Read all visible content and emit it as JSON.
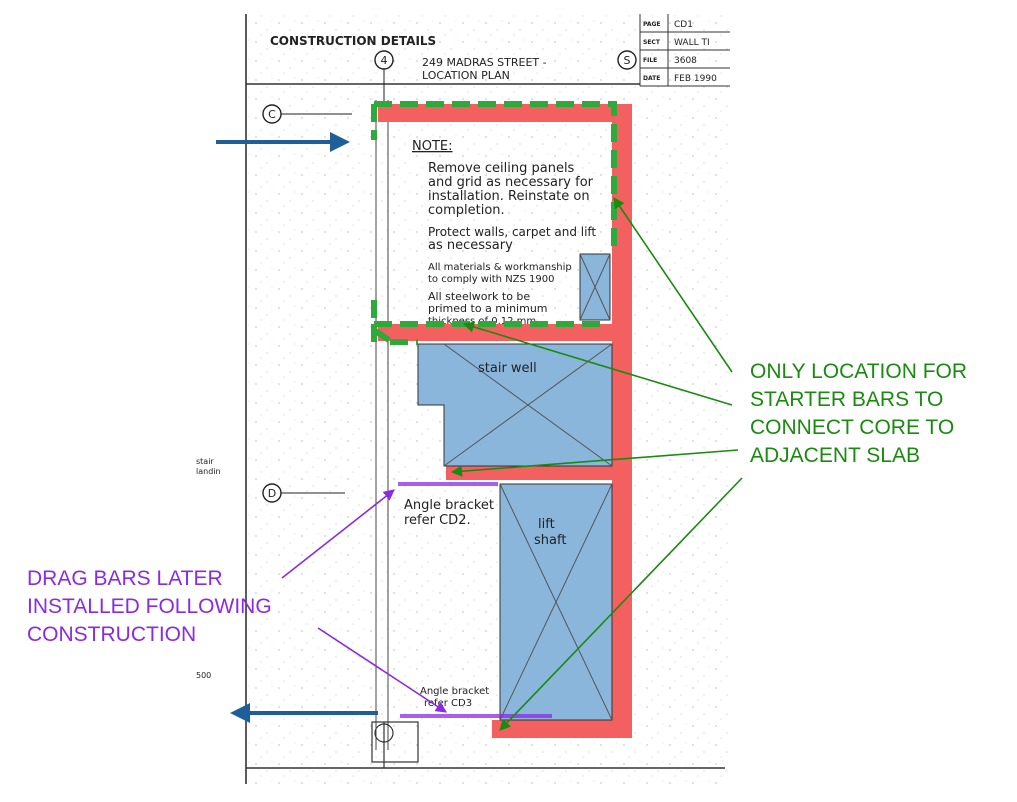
{
  "drawing": {
    "title": "CONSTRUCTION   DETAILS",
    "subtitle_line1": "249  MADRAS  STREET -",
    "subtitle_line2": "LOCATION  PLAN",
    "grid_col_left": "4",
    "grid_col_right": "S",
    "grid_row_top": "C",
    "grid_row_mid": "D",
    "side_label_1": "stair",
    "side_label_2": "landin",
    "side_label_3": "500"
  },
  "title_block": {
    "page_key": "PAGE",
    "page_val": "CD1",
    "sect_key": "SECT",
    "sect_val": "WALL  TI",
    "file_key": "FILE",
    "file_val": "3608",
    "date_key": "DATE",
    "date_val": "FEB  1990"
  },
  "notes": {
    "heading": "NOTE:",
    "n1a": "Remove  ceiling  panels",
    "n1b": "and  grid as  necessary for",
    "n1c": "installation.  Reinstate  on",
    "n1d": "completion.",
    "n2a": "Protect  walls, carpet and lift",
    "n2b": "as  necessary",
    "n3a": "All materials & workmanship",
    "n3b": "to comply with NZS 1900",
    "n4a": "All steelwork to be",
    "n4b": "primed to a minimum",
    "n4c": "thickness of 0.12 mm"
  },
  "rooms": {
    "stair": "stair  well",
    "lift_1": "lift",
    "lift_2": "shaft",
    "angle1_a": "Angle  bracket",
    "angle1_b": "refer  CD2.",
    "angle2_a": "Angle bracket",
    "angle2_b": "refer CD3"
  },
  "callouts": {
    "starter_l1": "ONLY LOCATION FOR",
    "starter_l2": "STARTER BARS TO",
    "starter_l3": "CONNECT CORE TO",
    "starter_l4": "ADJACENT SLAB",
    "drag_l1": "DRAG BARS LATER",
    "drag_l2": "INSTALLED FOLLOWING",
    "drag_l3": "CONSTRUCTION"
  },
  "colors": {
    "core_wall": "#f26060",
    "fill_blue": "#8ab6dc",
    "dash_green": "#2eaa3a",
    "green_text": "#1a8a10",
    "purple": "#8a2be2",
    "arrow_blue": "#1f5f99"
  }
}
